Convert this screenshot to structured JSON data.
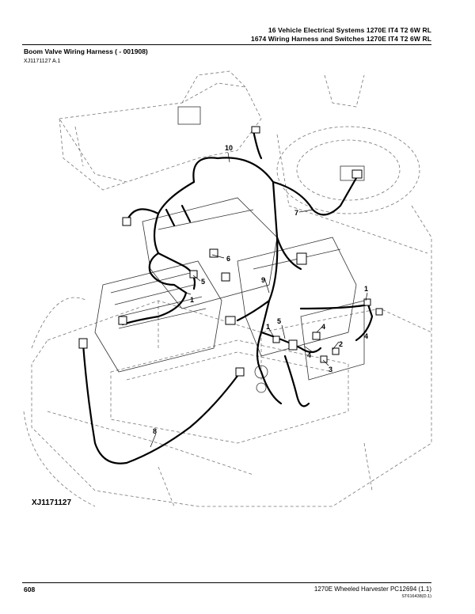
{
  "header": {
    "line1": "16 Vehicle Electrical Systems 1270E IT4 T2 6W RL",
    "line2": "1674 Wiring Harness and Switches 1270E IT4 T2 6W RL"
  },
  "section": {
    "title": "Boom Valve Wiring Harness ( - 001908)",
    "ref": "XJ1171127 A.1"
  },
  "figure": {
    "id_label": "XJ1171127",
    "callouts": [
      "10",
      "7",
      "6",
      "5",
      "1",
      "9",
      "1",
      "5",
      "4",
      "4",
      "2",
      "3",
      "8",
      "1",
      "4"
    ]
  },
  "footer": {
    "page": "608",
    "right": "1270E Wheeled Harvester    PC12694    (1.1)",
    "code": "ST616438(D.1)"
  }
}
